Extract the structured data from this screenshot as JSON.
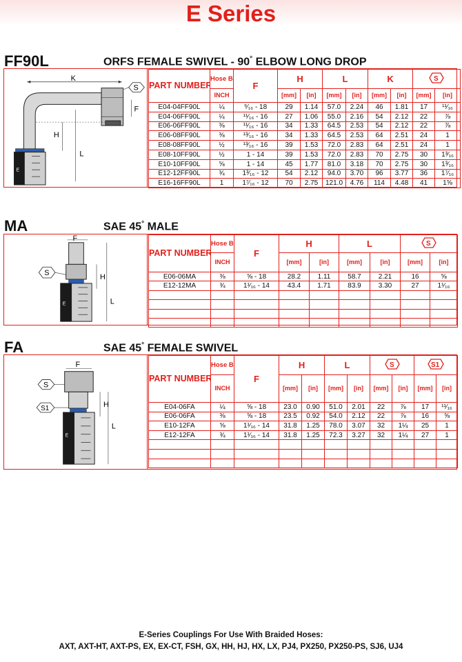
{
  "page": {
    "title": "E Series"
  },
  "sections": [
    {
      "code": "FF90L",
      "description": "ORFS FEMALE SWIVEL - 90",
      "description_suffix": " ELBOW LONG DROP",
      "drawing_labels": {
        "k": "K",
        "s": "S",
        "f": "F",
        "h": "H",
        "l": "L",
        "logo": "E"
      },
      "headers": {
        "part": "PART NUMBER",
        "bore_top": "Hose Bore",
        "bore_unit": "INCH",
        "f": "F",
        "h": "H",
        "l": "L",
        "k": "K",
        "s": "S",
        "mm": "[mm]",
        "in": "[in]"
      },
      "rows": [
        [
          "E04-04FF90L",
          "¼",
          "⁹⁄₁₆ - 18",
          "29",
          "1.14",
          "57.0",
          "2.24",
          "46",
          "1.81",
          "17",
          "¹¹⁄₁₆"
        ],
        [
          "E04-06FF90L",
          "¼",
          "¹¹⁄₁₆ - 16",
          "27",
          "1.06",
          "55.0",
          "2.16",
          "54",
          "2.12",
          "22",
          "⅞"
        ],
        [
          "E06-06FF90L",
          "⅜",
          "¹¹⁄₁₆ - 16",
          "34",
          "1.33",
          "64.5",
          "2.53",
          "54",
          "2.12",
          "22",
          "⅞"
        ],
        [
          "E06-08FF90L",
          "⅜",
          "¹³⁄₁₆ - 16",
          "34",
          "1.33",
          "64.5",
          "2.53",
          "64",
          "2.51",
          "24",
          "1"
        ],
        [
          "E08-08FF90L",
          "½",
          "¹³⁄₁₆ - 16",
          "39",
          "1.53",
          "72.0",
          "2.83",
          "64",
          "2.51",
          "24",
          "1"
        ],
        [
          "E08-10FF90L",
          "½",
          "1 - 14",
          "39",
          "1.53",
          "72.0",
          "2.83",
          "70",
          "2.75",
          "30",
          "1³⁄₁₆"
        ],
        [
          "E10-10FF90L",
          "⅝",
          "1 - 14",
          "45",
          "1.77",
          "81.0",
          "3.18",
          "70",
          "2.75",
          "30",
          "1³⁄₁₆"
        ],
        [
          "E12-12FF90L",
          "¾",
          "1³⁄₁₆ - 12",
          "54",
          "2.12",
          "94.0",
          "3.70",
          "96",
          "3.77",
          "36",
          "1⁷⁄₁₆"
        ],
        [
          "E16-16FF90L",
          "1",
          "1⁷⁄₁₆ - 12",
          "70",
          "2.75",
          "121.0",
          "4.76",
          "114",
          "4.48",
          "41",
          "1⅝"
        ]
      ]
    },
    {
      "code": "MA",
      "description": "SAE 45",
      "description_suffix": " MALE",
      "drawing_labels": {
        "f": "F",
        "s": "S",
        "h": "H",
        "l": "L",
        "logo": "E"
      },
      "headers": {
        "part": "PART NUMBER",
        "bore_top": "Hose Bore",
        "bore_unit": "INCH",
        "f": "F",
        "h": "H",
        "l": "L",
        "s": "S",
        "mm": "[mm]",
        "in": "[in]"
      },
      "rows": [
        [
          "E06-06MA",
          "⅜",
          "⅝ - 18",
          "28.2",
          "1.11",
          "58.7",
          "2.21",
          "16",
          "⅝"
        ],
        [
          "E12-12MA",
          "¾",
          "1¹⁄₁₆ - 14",
          "43.4",
          "1.71",
          "83.9",
          "3.30",
          "27",
          "1¹⁄₁₆"
        ]
      ]
    },
    {
      "code": "FA",
      "description": "SAE 45",
      "description_suffix": " FEMALE SWIVEL",
      "drawing_labels": {
        "f": "F",
        "s": "S",
        "s1": "S1",
        "h": "H",
        "l": "L",
        "logo": "E"
      },
      "headers": {
        "part": "PART NUMBER",
        "bore_top": "Hose Bore",
        "bore_unit": "INCH",
        "f": "F",
        "h": "H",
        "l": "L",
        "s": "S",
        "s1": "S1",
        "mm": "[mm]",
        "in": "[in]"
      },
      "rows": [
        [
          "E04-06FA",
          "¼",
          "⅝ - 18",
          "23.0",
          "0.90",
          "51.0",
          "2.01",
          "22",
          "⅞",
          "17",
          "¹¹⁄₁₆"
        ],
        [
          "E06-06FA",
          "⅜",
          "⅝ - 18",
          "23.5",
          "0.92",
          "54.0",
          "2.12",
          "22",
          "⅞",
          "16",
          "⅝"
        ],
        [
          "E10-12FA",
          "⅝",
          "1¹⁄₁₆ - 14",
          "31.8",
          "1.25",
          "78.0",
          "3.07",
          "32",
          "1¼",
          "25",
          "1"
        ],
        [
          "E12-12FA",
          "¾",
          "1¹⁄₁₆ - 14",
          "31.8",
          "1.25",
          "72.3",
          "3.27",
          "32",
          "1¼",
          "27",
          "1"
        ]
      ]
    }
  ],
  "footer": {
    "title": "E-Series Couplings For Use With Braided Hoses:",
    "hoses": "AXT, AXT-HT, AXT-PS, EX, EX-CT, FSH, GX, HH, HJ, HX, LX, PJ4, PX250, PX250-PS, SJ6, UJ4"
  },
  "colors": {
    "accent": "#e0201b",
    "header_band": "#fbe3e2",
    "text": "#111111"
  },
  "icons": {
    "hex_nut": "hex-nut-icon",
    "brand_logo": "parker-logo-icon"
  }
}
